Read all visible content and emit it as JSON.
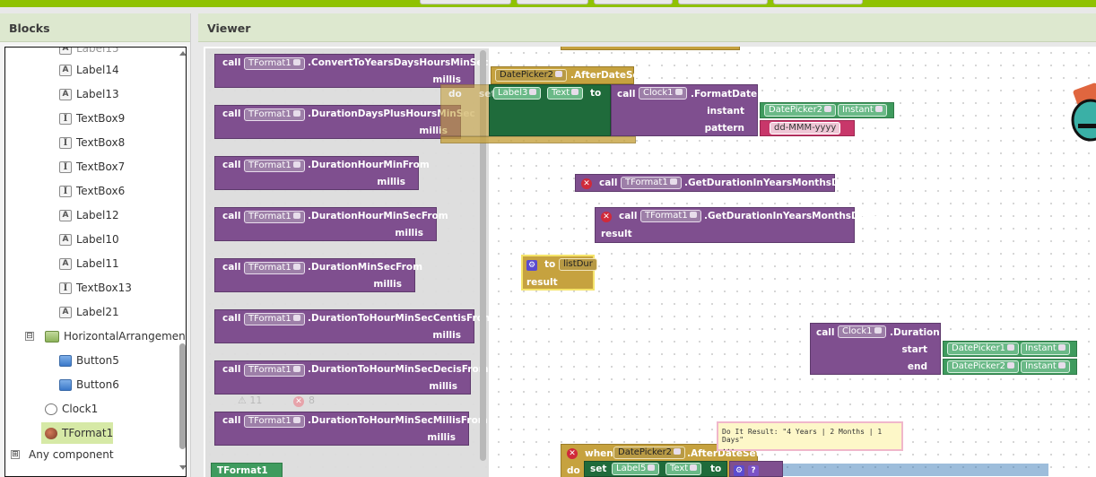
{
  "blocks_panel": {
    "title": "Blocks",
    "items": [
      {
        "icon": "label-icon",
        "label": "Label14"
      },
      {
        "icon": "label-icon",
        "label": "Label13"
      },
      {
        "icon": "textbox-icon",
        "label": "TextBox9"
      },
      {
        "icon": "textbox-icon",
        "label": "TextBox8"
      },
      {
        "icon": "textbox-icon",
        "label": "TextBox7"
      },
      {
        "icon": "textbox-icon",
        "label": "TextBox6"
      },
      {
        "icon": "label-icon",
        "label": "Label12"
      },
      {
        "icon": "label-icon",
        "label": "Label10"
      },
      {
        "icon": "label-icon",
        "label": "Label11"
      },
      {
        "icon": "textbox-icon",
        "label": "TextBox13"
      },
      {
        "icon": "label-icon",
        "label": "Label21"
      },
      {
        "icon": "arrangement-icon",
        "label": "HorizontalArrangemen"
      },
      {
        "icon": "button-icon",
        "label": "Button5"
      },
      {
        "icon": "button-icon",
        "label": "Button6"
      },
      {
        "icon": "clock-icon",
        "label": "Clock1"
      },
      {
        "icon": "tformat-icon",
        "label": "TFormat1"
      },
      {
        "icon": "",
        "label": "Any component"
      }
    ],
    "collapse_symbol": "⊟",
    "expand_symbol": "⊞"
  },
  "viewer": {
    "title": "Viewer",
    "warning_count": "11",
    "error_count": "8"
  },
  "flyout": {
    "blocks": [
      {
        "call": "call",
        "component": "TFormat1",
        "method": ".ConvertToYearsDaysHoursMinSec",
        "param": "millis"
      },
      {
        "call": "call",
        "component": "TFormat1",
        "method": ".DurationDaysPlusHoursMinSec",
        "param": "millis"
      },
      {
        "call": "call",
        "component": "TFormat1",
        "method": ".DurationHourMinFrom",
        "param": "millis"
      },
      {
        "call": "call",
        "component": "TFormat1",
        "method": ".DurationHourMinSecFrom",
        "param": "millis"
      },
      {
        "call": "call",
        "component": "TFormat1",
        "method": ".DurationMinSecFrom",
        "param": "millis"
      },
      {
        "call": "call",
        "component": "TFormat1",
        "method": ".DurationToHourMinSecCentisFrom",
        "param": "millis"
      },
      {
        "call": "call",
        "component": "TFormat1",
        "method": ".DurationToHourMinSecDecisFrom",
        "param": "millis"
      },
      {
        "call": "call",
        "component": "TFormat1",
        "method": ".DurationToHourMinSecMillisFrom",
        "param": "millis"
      }
    ],
    "bottom_pill": "TFormat1"
  },
  "workspace": {
    "event1": {
      "component": "DatePicker2",
      "event": ".AfterDateSet",
      "do": "do",
      "set": "set",
      "set_component": "Label3",
      "set_prop": "Text",
      "to": "to",
      "call": "call",
      "clock": "Clock1",
      "method": ".FormatDate",
      "instant_label": "instant",
      "instant_component": "DatePicker2",
      "instant_prop": "Instant",
      "pattern_label": "pattern",
      "pattern_value": "dd-MMM-yyyy"
    },
    "call1": {
      "call": "call",
      "component": "TFormat1",
      "method": ".GetDurationInYearsMonthsDays"
    },
    "call2": {
      "call": "call",
      "component": "TFormat1",
      "method": ".GetDurationInYearsMonthsDays",
      "result": "result"
    },
    "proc": {
      "to": "to",
      "name": "listDur",
      "result": "result"
    },
    "call3": {
      "call": "call",
      "component": "Clock1",
      "method": ".Duration",
      "start_label": "start",
      "start_component": "DatePicker1",
      "start_prop": "Instant",
      "end_label": "end",
      "end_component": "DatePicker2",
      "end_prop": "Instant"
    },
    "event2": {
      "when": "when",
      "component": "DatePicker2",
      "event": ".AfterDateSet",
      "do": "do",
      "set": "set",
      "set_component": "Label5",
      "set_prop": "Text",
      "to": "to"
    },
    "tooltip": {
      "line1": "Do It Result: \"4 Years | 2 Months | 1 Days\"",
      "line2": "..."
    }
  }
}
